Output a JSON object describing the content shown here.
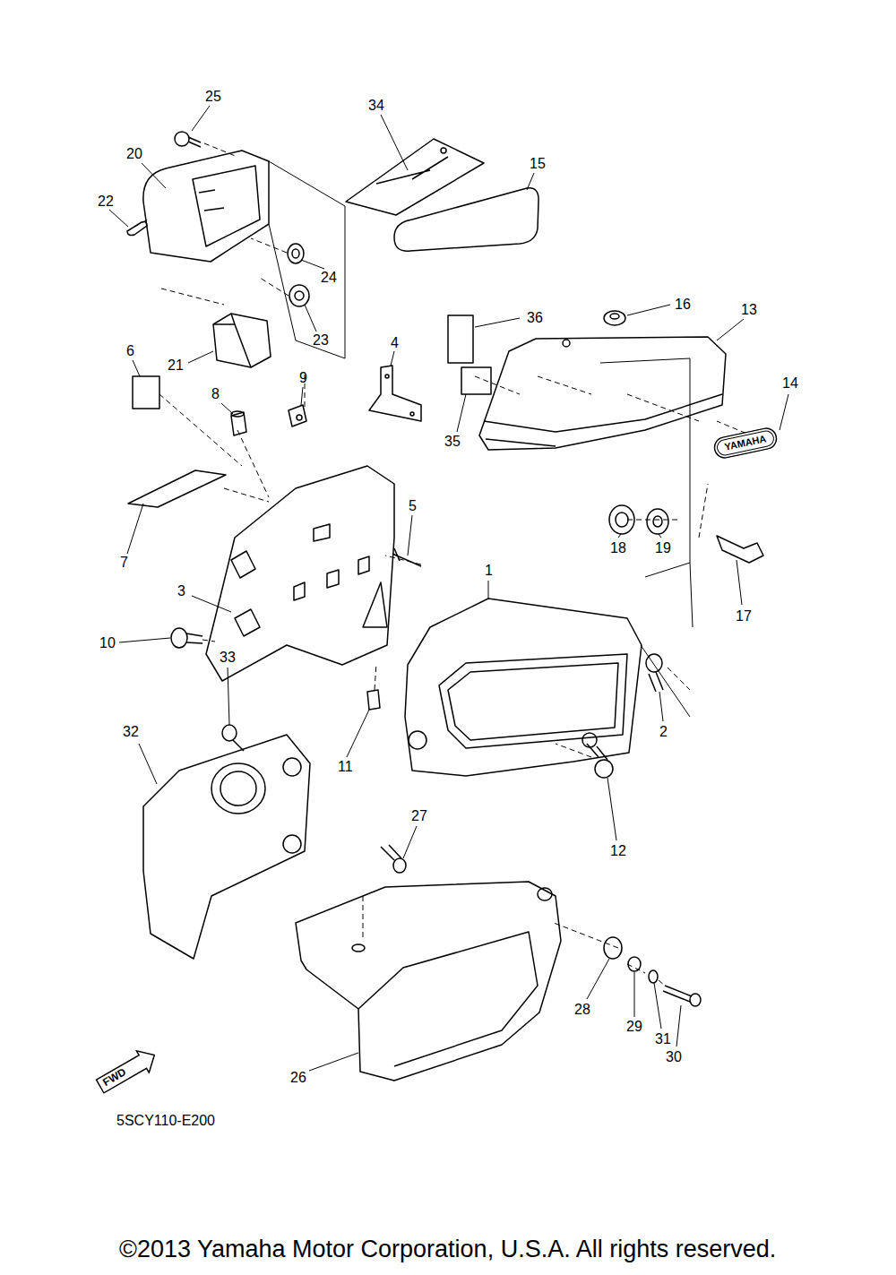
{
  "diagram": {
    "caption": "©2013 Yamaha Motor Corporation, U.S.A. All rights reserved.",
    "nodes": [
      {
        "text": [
          "YAMAHA"
        ]
      },
      {
        "text": [
          "FWD"
        ]
      }
    ],
    "labels": [
      "25",
      "34",
      "20",
      "15",
      "22",
      "24",
      "16",
      "13",
      "23",
      "36",
      "4",
      "6",
      "21",
      "9",
      "8",
      "14",
      "35",
      "5",
      "18",
      "19",
      "7",
      "1",
      "3",
      "17",
      "10",
      "33",
      "2",
      "32",
      "11",
      "27",
      "12",
      "28",
      "29",
      "31",
      "30",
      "26",
      "5SCY110-E200"
    ]
  }
}
